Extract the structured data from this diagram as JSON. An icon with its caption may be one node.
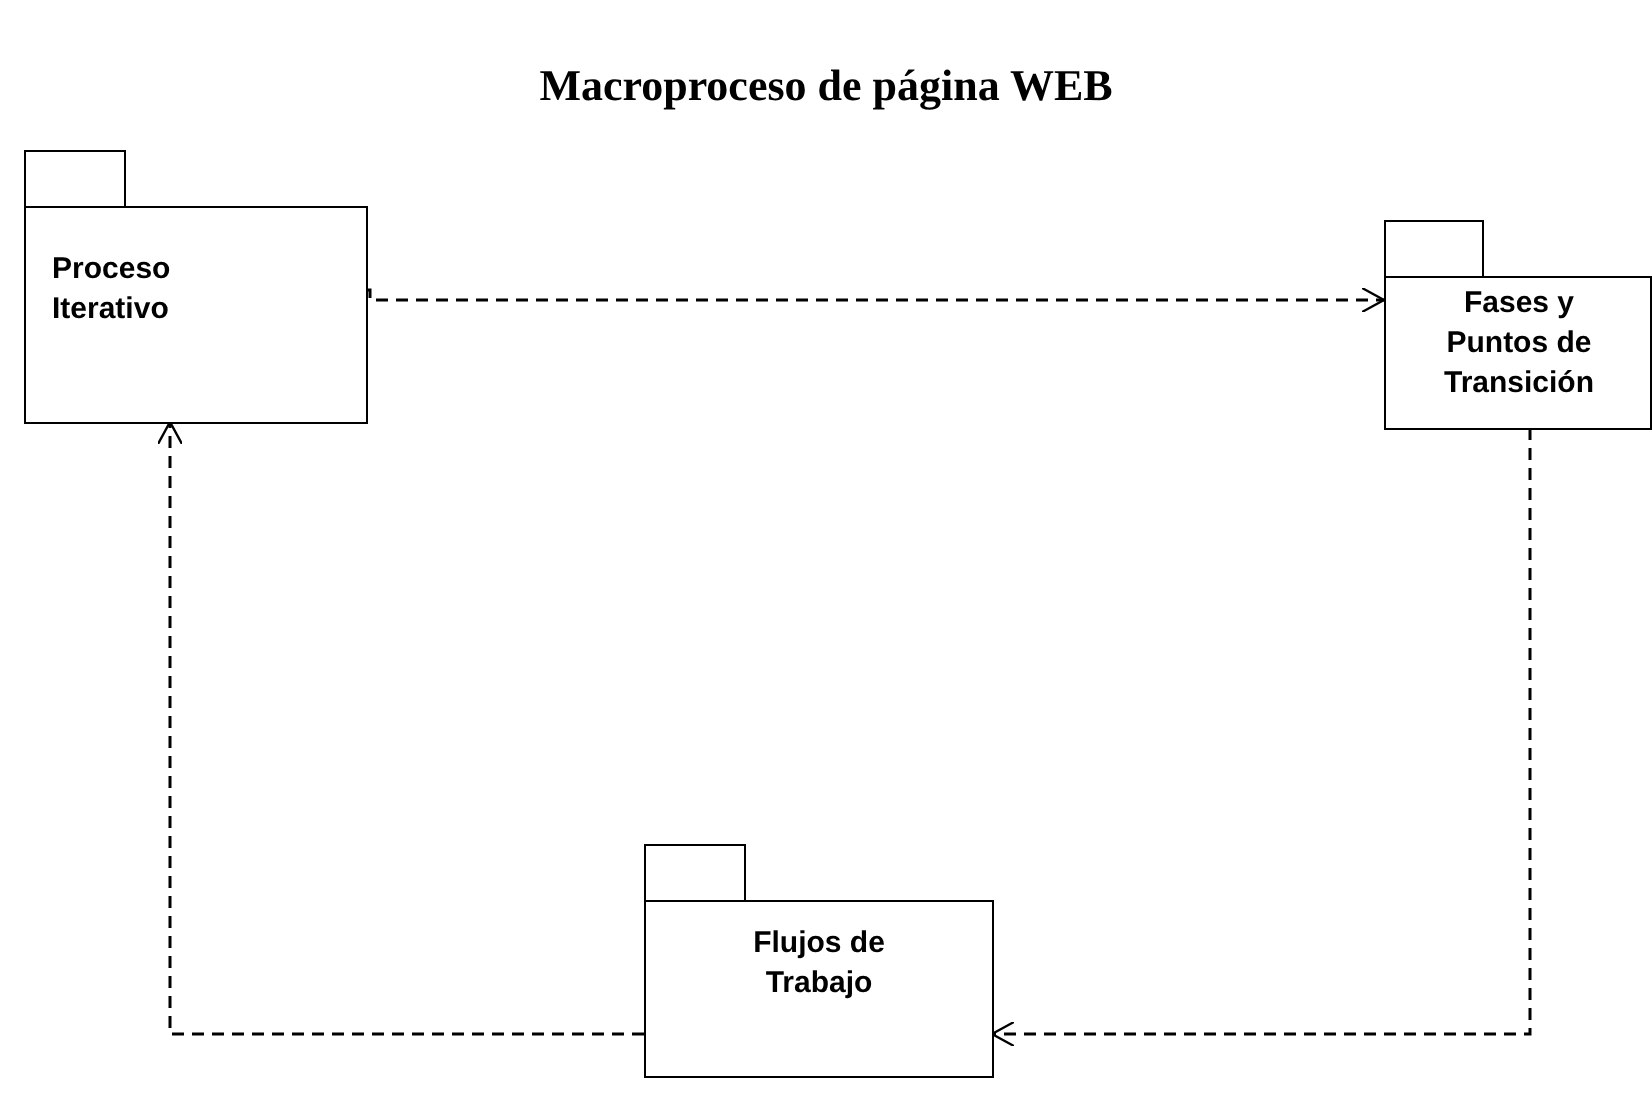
{
  "diagram": {
    "title": "Macroproceso de página WEB",
    "nodes": [
      {
        "text": [
          "Proceso Iterativo"
        ]
      },
      {
        "text": [
          "Fases y Puntos de Transición"
        ]
      },
      {
        "text": [
          "Flujos de Trabajo"
        ]
      }
    ],
    "edges": [
      {
        "from": 0,
        "to": 1,
        "arrow": "to",
        "style": "dashed"
      },
      {
        "from": 1,
        "to": 2,
        "arrow": "to",
        "style": "dashed"
      },
      {
        "from": 2,
        "to": 0,
        "arrow": "to",
        "style": "dashed"
      }
    ]
  }
}
